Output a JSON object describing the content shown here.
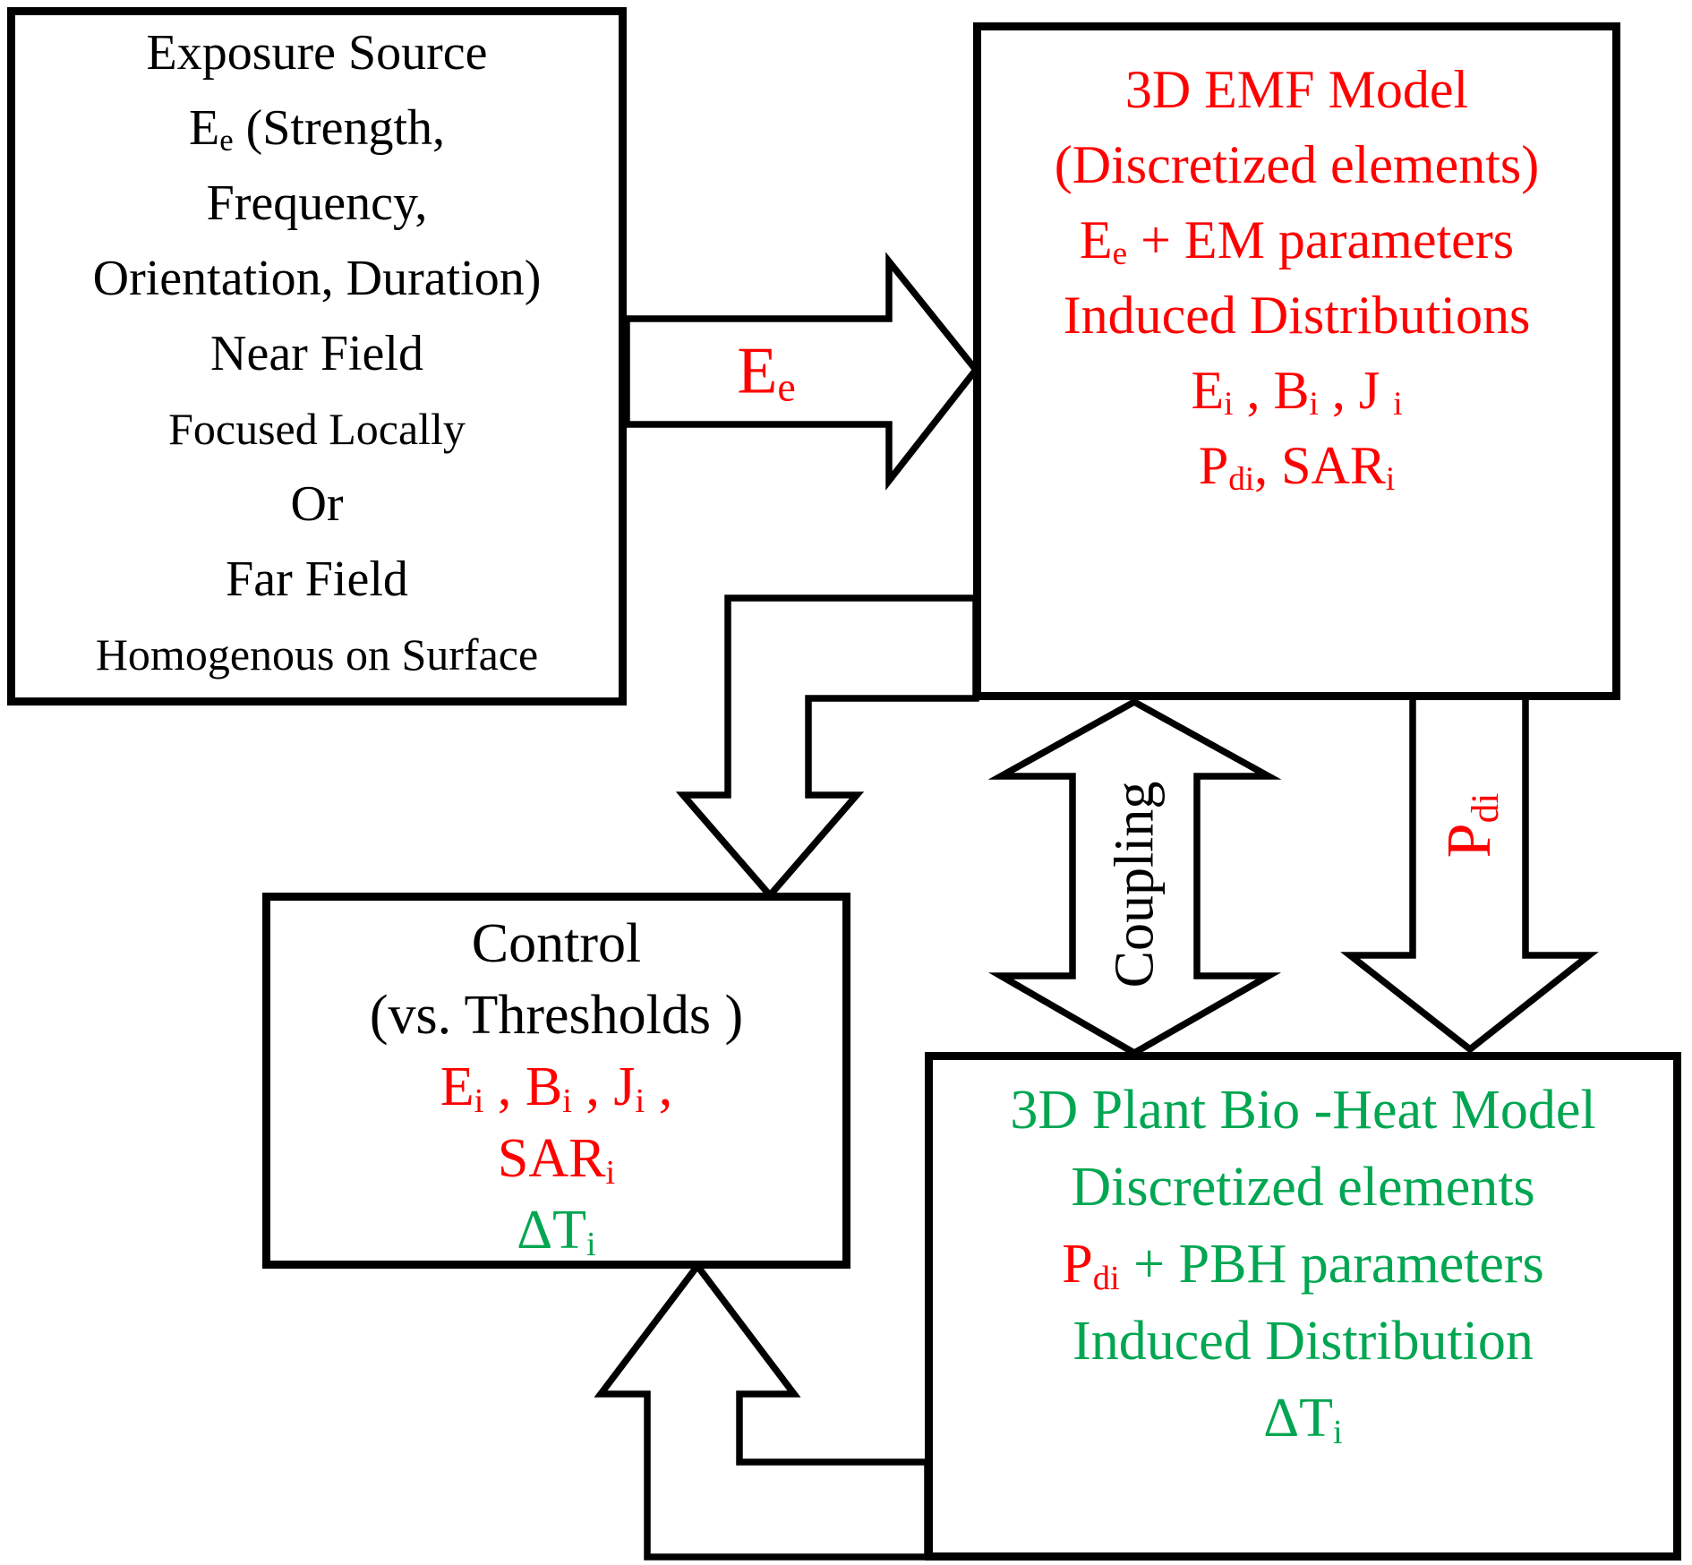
{
  "diagram": {
    "colors": {
      "red": "#fe0000",
      "green": "#00a651",
      "line": "#000000",
      "bg": "#ffffff"
    },
    "boxes": {
      "exposure": {
        "lines": [
          "Exposure Source",
          "E_{e}  (Strength,",
          "Frequency,",
          "Orientation, Duration)",
          "Near Field",
          "Focused Locally",
          "Or",
          "Far Field",
          "Homogenous on Surface"
        ]
      },
      "emf": {
        "lines": [
          "3D EMF Model",
          "(Discretized elements)",
          "E_{e} + EM parameters",
          "",
          "Induced Distributions",
          "E_{i} , B_{i} , J _{i}",
          "P_{di}, SAR_{i}"
        ]
      },
      "control": {
        "lines": [
          "Control",
          "(vs. Thresholds )",
          "E_{i} , B_{i} , J_{i} ,",
          "SAR_{i}",
          "ΔT_{i}"
        ]
      },
      "bioheat": {
        "line_title": "3D Plant Bio -Heat Model",
        "line_sub": "Discretized elements",
        "line_param_red": "P_{di}",
        "line_param_rest": " + PBH parameters",
        "line_blank": "",
        "line_induced": "Induced Distribution",
        "line_dt": "ΔT_{i}"
      }
    },
    "arrow_labels": {
      "ee": "E_{e}",
      "coupling": "Coupling",
      "pdi": "P_{di}"
    }
  }
}
